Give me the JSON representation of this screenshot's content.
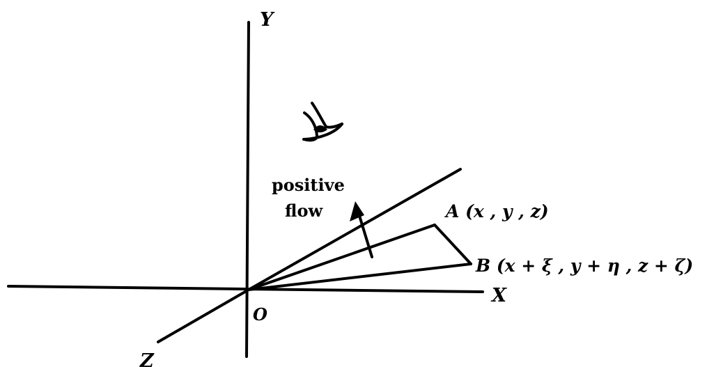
{
  "axes": {
    "y_label": "Y",
    "x_label": "X",
    "z_label": "Z",
    "origin_label": "O"
  },
  "annotation": {
    "line1": "positive",
    "line2": "flow"
  },
  "points": {
    "a_label": "A (x , y , z)",
    "b_label": "B (x + ξ , y + η , z + ζ)"
  },
  "icons": {
    "observer": "eye-icon"
  },
  "colors": {
    "ink": "#000000",
    "background": "#ffffff"
  }
}
